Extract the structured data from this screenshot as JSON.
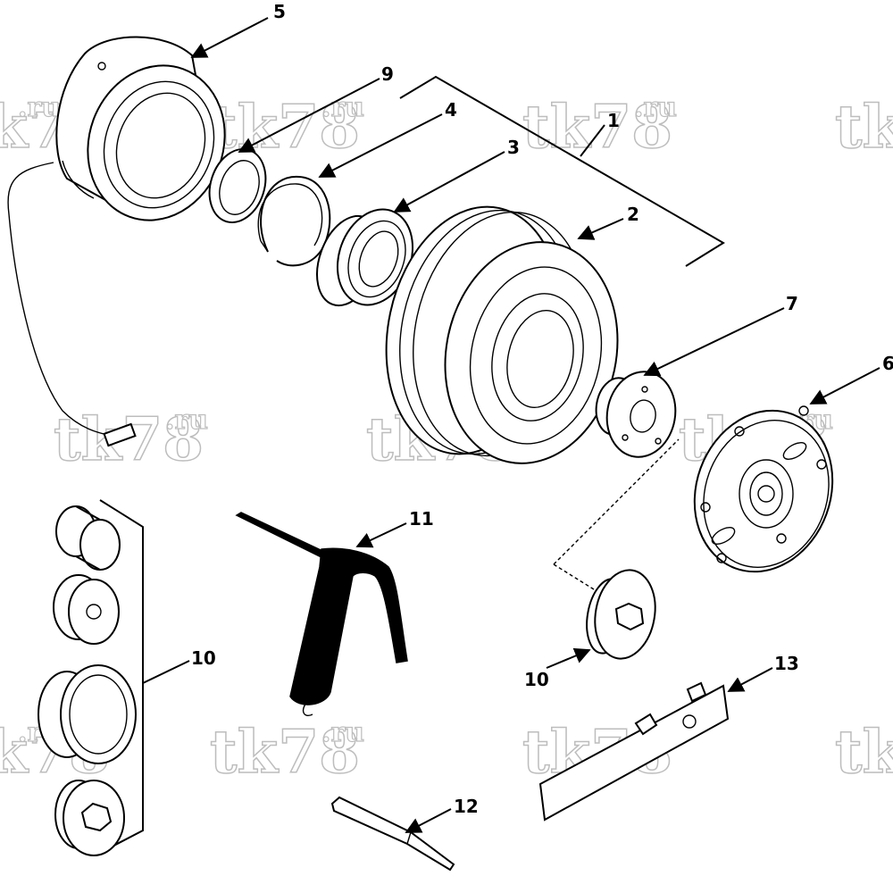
{
  "watermark": {
    "text": "tk78",
    "suffix": ".ru"
  },
  "callouts": {
    "c1": "1",
    "c2": "2",
    "c3": "3",
    "c4": "4",
    "c5": "5",
    "c6": "6",
    "c7": "7",
    "c9": "9",
    "c10a": "10",
    "c10b": "10",
    "c11": "11",
    "c12": "12",
    "c13": "13"
  }
}
